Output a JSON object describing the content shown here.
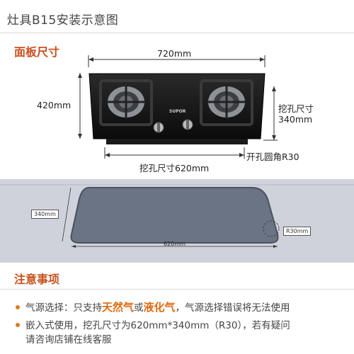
{
  "header": {
    "title": "灶具B15安装示意图"
  },
  "panel": {
    "heading": "面板尺寸",
    "width_label": "720mm",
    "height_label": "420mm",
    "cut_height_label": "挖孔尺寸\n340mm",
    "cut_width_label": "挖孔尺寸620mm",
    "corner_label": "开孔圆角R30",
    "brand": "SUPOR"
  },
  "cutout": {
    "height_label": "340mm",
    "width_label": "620mm",
    "corner_label": "R30mm"
  },
  "notes": {
    "heading": "注意事项",
    "line1_a": "气源选择：只支持",
    "line1_gas1": "天然气",
    "line1_or": "或",
    "line1_gas2": "液化气",
    "line1_b": "，气源选择错误将无法使用",
    "line2": "嵌入式使用，挖孔尺寸为620mm*340mm（R30），若有疑问",
    "line3": "请咨询店铺在线客服"
  },
  "colors": {
    "accent": "#c8501d",
    "highlight": "#e06a12",
    "bullet": "#e07a1f"
  }
}
